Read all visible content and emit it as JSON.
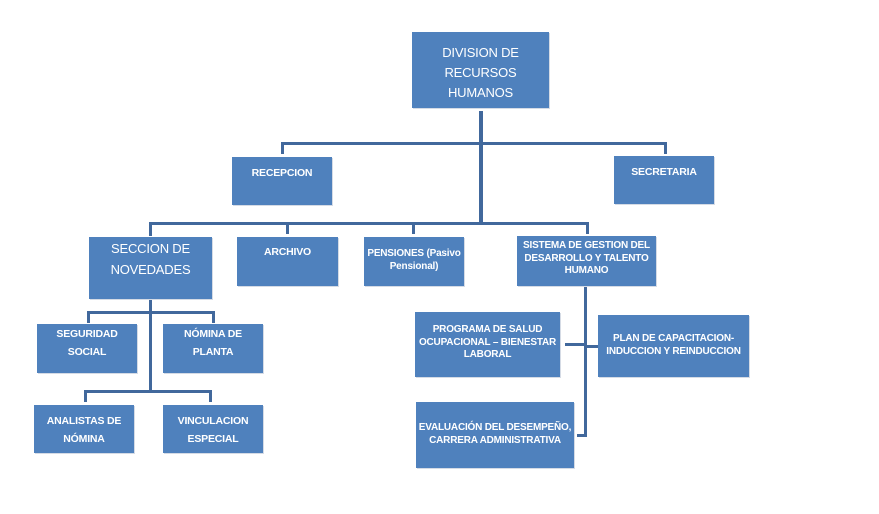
{
  "diagram": {
    "title": "Organigrama - Division de Recursos Humanos",
    "colors": {
      "box_fill": "#4f81bd",
      "connector": "#41689c",
      "text": "#ffffff"
    },
    "nodes": {
      "root": {
        "line1": "DIVISION DE",
        "line2": "RECURSOS HUMANOS"
      },
      "recepcion": {
        "label": "RECEPCION"
      },
      "secretaria": {
        "label": "SECRETARIA"
      },
      "novedades": {
        "line1": "SECCION DE",
        "line2": "NOVEDADES"
      },
      "archivo": {
        "label": "ARCHIVO"
      },
      "pensiones": {
        "line1": "PENSIONES (Pasivo",
        "line2": "Pensional)"
      },
      "sistema": {
        "line1": "SISTEMA DE GESTION DEL",
        "line2": "DESARROLLO Y TALENTO",
        "line3": "HUMANO"
      },
      "seguridad": {
        "line1": "SEGURIDAD",
        "line2": "SOCIAL"
      },
      "nomina_planta": {
        "line1": "NÓMINA DE",
        "line2": "PLANTA"
      },
      "analistas": {
        "line1": "ANALISTAS DE",
        "line2": "NÓMINA"
      },
      "vinculacion": {
        "line1": "VINCULACION",
        "line2": "ESPECIAL"
      },
      "salud": {
        "line1": "PROGRAMA DE SALUD",
        "line2": "OCUPACIONAL – BIENESTAR",
        "line3": "LABORAL"
      },
      "capacitacion": {
        "line1": "PLAN DE CAPACITACION-",
        "line2": "INDUCCION Y REINDUCCION"
      },
      "evaluacion": {
        "line1": "EVALUACIÓN DEL DESEMPEÑO,",
        "line2": "CARRERA ADMINISTRATIVA"
      }
    },
    "edges": [
      [
        "root",
        "recepcion"
      ],
      [
        "root",
        "secretaria"
      ],
      [
        "root",
        "novedades"
      ],
      [
        "root",
        "archivo"
      ],
      [
        "root",
        "pensiones"
      ],
      [
        "root",
        "sistema"
      ],
      [
        "novedades",
        "seguridad"
      ],
      [
        "novedades",
        "nomina_planta"
      ],
      [
        "novedades",
        "analistas"
      ],
      [
        "novedades",
        "vinculacion"
      ],
      [
        "sistema",
        "salud"
      ],
      [
        "sistema",
        "capacitacion"
      ],
      [
        "sistema",
        "evaluacion"
      ]
    ]
  }
}
